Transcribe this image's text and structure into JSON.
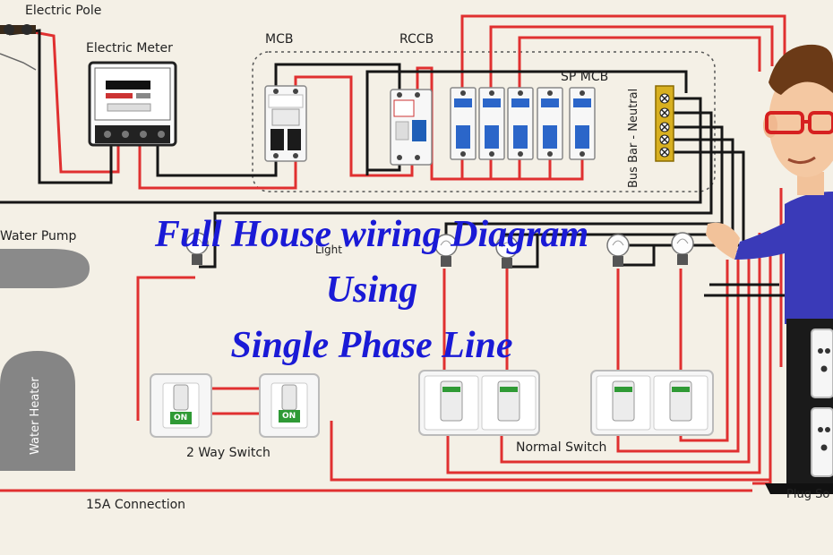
{
  "title": {
    "line1": "Full House wiring Diagram",
    "line2": "Using",
    "line3": "Single Phase Line"
  },
  "labels": {
    "electric_pole": "Electric Pole",
    "electric_meter": "Electric Meter",
    "mcb": "MCB",
    "rccb": "RCCB",
    "sp_mcb": "SP MCB",
    "bus_bar": "Bus Bar - Neutral",
    "water_pump": "Water Pump",
    "water_heater": "Water Heater",
    "light": "Light",
    "two_way_switch": "2 Way Switch",
    "normal_switch": "Normal Switch",
    "connection_15a": "15A Connection",
    "plug_socket": "Plug So",
    "switch_on": "ON"
  },
  "colors": {
    "live": "#e03030",
    "neutral": "#161616",
    "title": "#1a1ad6",
    "background": "#f4f0e6"
  }
}
